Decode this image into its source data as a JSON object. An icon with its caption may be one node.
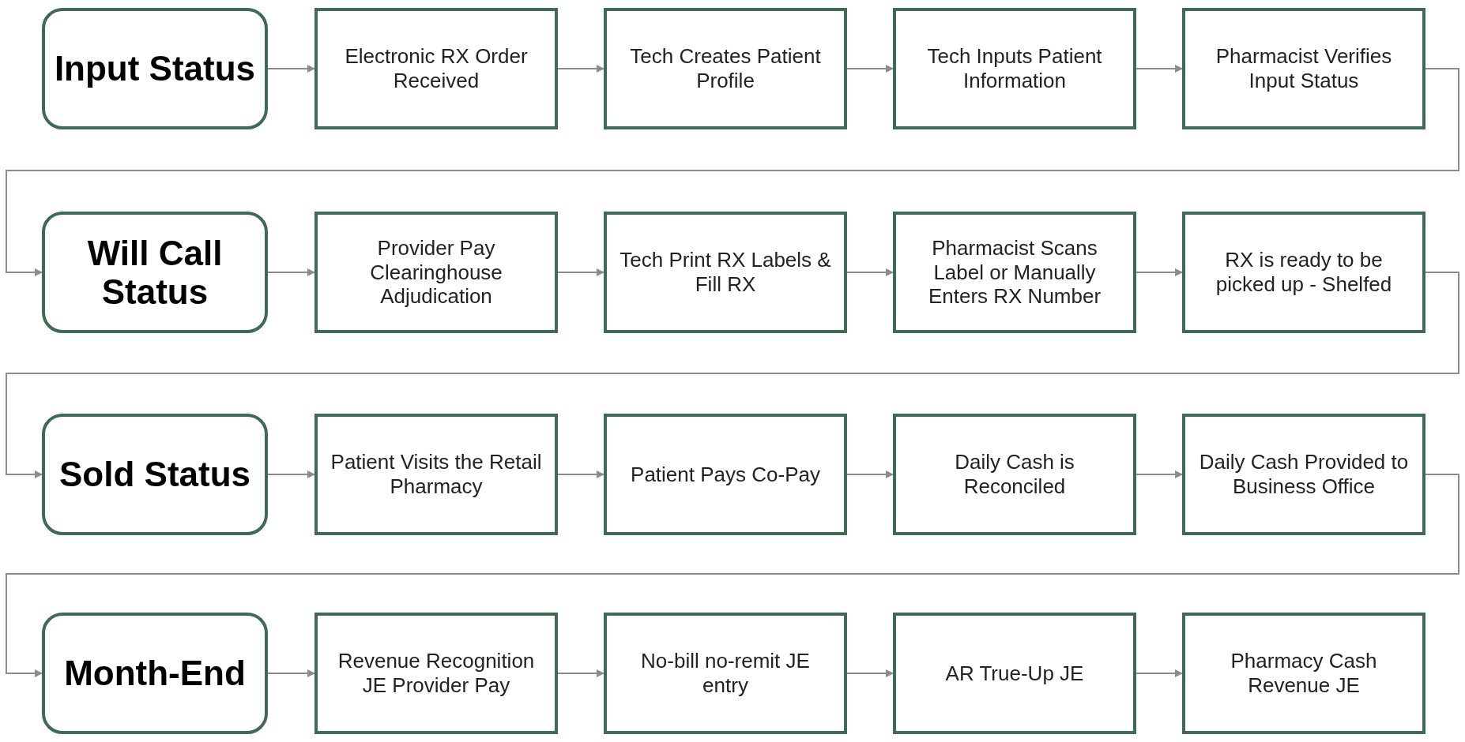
{
  "diagram": {
    "nodes": [
      {
        "text": [
          "Input Status"
        ]
      },
      {
        "text": [
          "Electronic RX Order Received"
        ]
      },
      {
        "text": [
          "Tech Creates Patient Profile"
        ]
      },
      {
        "text": [
          "Tech Inputs Patient Information"
        ]
      },
      {
        "text": [
          "Pharmacist Verifies Input Status"
        ]
      },
      {
        "text": [
          "Will Call Status"
        ]
      },
      {
        "text": [
          "Provider Pay Clearinghouse Adjudication"
        ]
      },
      {
        "text": [
          "Tech Print RX Labels & Fill RX"
        ]
      },
      {
        "text": [
          "Pharmacist Scans Label or Manually Enters RX Number"
        ]
      },
      {
        "text": [
          "RX is ready to be picked up - Shelfed"
        ]
      },
      {
        "text": [
          "Sold Status"
        ]
      },
      {
        "text": [
          "Patient Visits the Retail Pharmacy"
        ]
      },
      {
        "text": [
          "Patient Pays Co-Pay"
        ]
      },
      {
        "text": [
          "Daily Cash is Reconciled"
        ]
      },
      {
        "text": [
          "Daily Cash Provided to Business Office"
        ]
      },
      {
        "text": [
          "Month-End"
        ]
      },
      {
        "text": [
          "Revenue Recognition JE Provider Pay"
        ]
      },
      {
        "text": [
          "No-bill no-remit JE entry"
        ]
      },
      {
        "text": [
          "AR True-Up JE"
        ]
      },
      {
        "text": [
          "Pharmacy Cash Revenue JE"
        ]
      }
    ],
    "edges": [
      {
        "from": 0,
        "to": 1,
        "arrow": "to"
      },
      {
        "from": 1,
        "to": 2,
        "arrow": "to"
      },
      {
        "from": 2,
        "to": 3,
        "arrow": "to"
      },
      {
        "from": 3,
        "to": 4,
        "arrow": "to"
      },
      {
        "from": 4,
        "to": 5,
        "arrow": "to"
      },
      {
        "from": 5,
        "to": 6,
        "arrow": "to"
      },
      {
        "from": 6,
        "to": 7,
        "arrow": "to"
      },
      {
        "from": 7,
        "to": 8,
        "arrow": "to"
      },
      {
        "from": 8,
        "to": 9,
        "arrow": "to"
      },
      {
        "from": 9,
        "to": 10,
        "arrow": "to"
      },
      {
        "from": 10,
        "to": 11,
        "arrow": "to"
      },
      {
        "from": 11,
        "to": 12,
        "arrow": "to"
      },
      {
        "from": 12,
        "to": 13,
        "arrow": "to"
      },
      {
        "from": 13,
        "to": 14,
        "arrow": "to"
      },
      {
        "from": 14,
        "to": 15,
        "arrow": "to"
      },
      {
        "from": 15,
        "to": 16,
        "arrow": "to"
      },
      {
        "from": 16,
        "to": 17,
        "arrow": "to"
      },
      {
        "from": 17,
        "to": 18,
        "arrow": "to"
      },
      {
        "from": 18,
        "to": 19,
        "arrow": "to"
      }
    ]
  }
}
